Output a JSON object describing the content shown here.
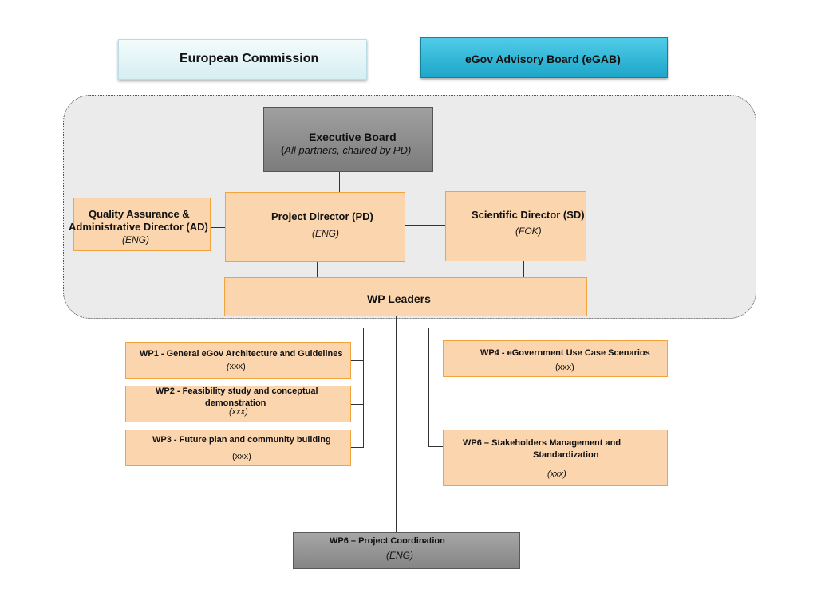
{
  "nodes": {
    "european_commission": {
      "label": "European Commission"
    },
    "egab": {
      "label": "eGov Advisory Board (eGAB)"
    },
    "executive_board": {
      "title": "Executive Board",
      "open_paren": "(",
      "subtitle": "All partners, chaired by PD)"
    },
    "qa_director": {
      "line1": "Quality Assurance &",
      "line2": "Administrative Director (AD)",
      "org": "(ENG)"
    },
    "project_director": {
      "title": "Project Director (PD)",
      "org": "(ENG)"
    },
    "scientific_director": {
      "title": "Scientific Director (SD)",
      "org": "(FOK)"
    },
    "wp_leaders": {
      "label": "WP Leaders"
    },
    "wp1": {
      "title": "WP1 - General eGov Architecture and Guidelines",
      "org_paren": "(",
      "org": "xxx)"
    },
    "wp2": {
      "line1": "WP2 - Feasibility study and conceptual",
      "line2": "demonstration",
      "org": "(xxx)"
    },
    "wp3": {
      "title": "WP3 - Future plan and community building",
      "org": "(xxx)"
    },
    "wp4": {
      "title": "WP4 - eGovernment Use Case Scenarios",
      "org": "(xxx)"
    },
    "wp6_stakeholders": {
      "line1": "WP6 – Stakeholders Management and",
      "line2": "Standardization",
      "org": "(xxx)"
    },
    "wp6_coordination": {
      "title": "WP6 – Project Coordination",
      "org": "(ENG)"
    }
  }
}
